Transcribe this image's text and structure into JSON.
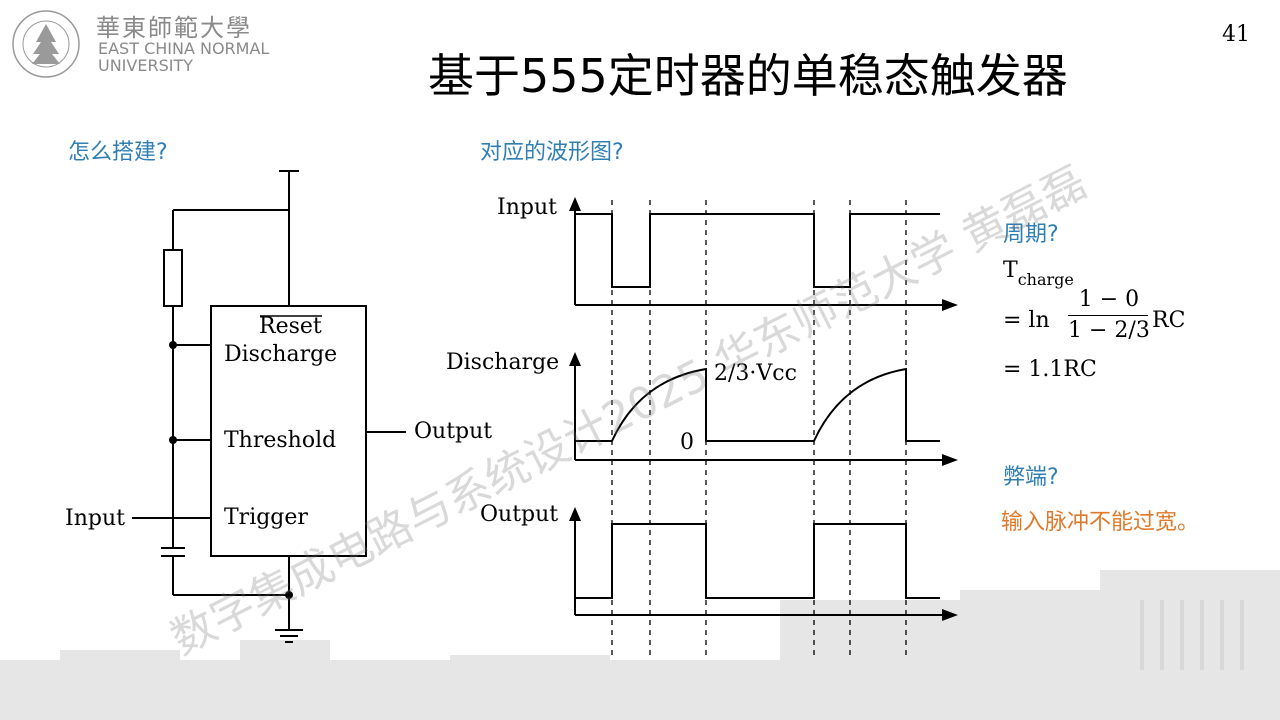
{
  "header": {
    "logo_cn": "華東師範大學",
    "logo_en_line1": "EAST CHINA NORMAL",
    "logo_en_line2": "UNIVERSITY",
    "seal_text": "EAST CHINA NORMAL UNIVERSITY",
    "title": "基于555定时器的单稳态触发器",
    "page_number": "41"
  },
  "left": {
    "question": "怎么搭建?",
    "pins": {
      "reset": "Reset",
      "discharge": "Discharge",
      "threshold": "Threshold",
      "trigger": "Trigger",
      "output": "Output",
      "input": "Input"
    }
  },
  "middle": {
    "question": "对应的波形图?",
    "labels": {
      "input": "Input",
      "discharge": "Discharge",
      "output": "Output",
      "level_high": "2/3·Vcc",
      "level_low": "0"
    }
  },
  "right": {
    "period_question": "周期?",
    "t_symbol": "T",
    "t_subscript": "charge",
    "eq1_prefix": "= ln",
    "frac_num": "1 − 0",
    "frac_den": "1 − 2/3",
    "eq1_suffix": "RC",
    "eq2": "= 1.1RC",
    "drawback_question": "弊端?",
    "drawback_answer": "输入脉冲不能过宽。"
  },
  "watermark": "数字集成电路与系统设计2025 华东师范大学 黄磊磊",
  "colors": {
    "blue": "#2f7fb5",
    "orange": "#e07a2a",
    "logo_gray": "#8a8a8a"
  }
}
